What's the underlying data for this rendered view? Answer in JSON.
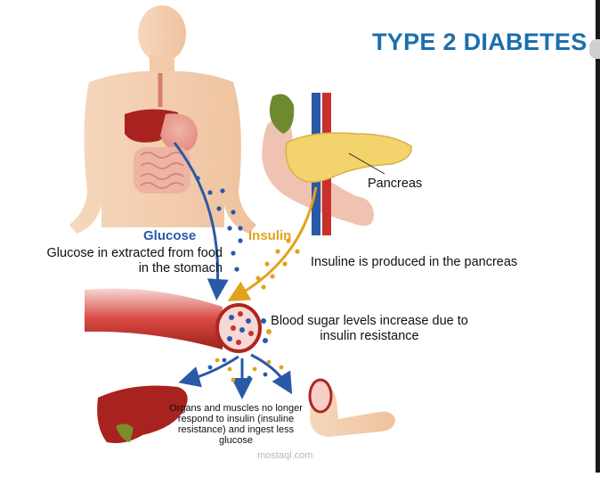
{
  "title": "TYPE 2 DIABETES",
  "labels": {
    "glucose": "Glucose",
    "insulin": "Insulin",
    "pancreas": "Pancreas",
    "glucose_extracted": "Glucose in extracted from food in the stomach",
    "insuline_produced": "Insuline is produced in the pancreas",
    "blood_sugar": "Blood sugar levels increase due to insulin resistance",
    "organs": "Organs and muscles no longer respond to insulin (insuline resistance) and ingest less glucose"
  },
  "watermark": "mostaql.com",
  "colors": {
    "title": "#1b6fae",
    "glucose": "#2a59a8",
    "insulin": "#e3a21c",
    "vessel": "#c9302c",
    "skin": "#f3cfae",
    "organ": "#b22a25",
    "pancreas": "#f3d36b"
  }
}
